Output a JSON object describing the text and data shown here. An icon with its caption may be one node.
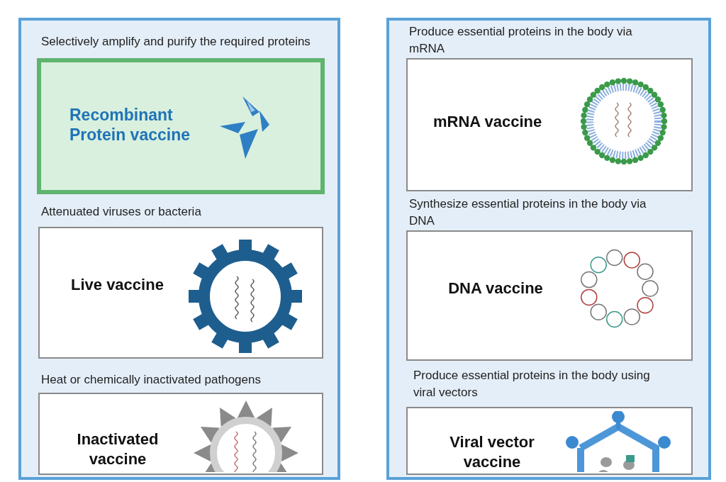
{
  "diagram": {
    "nodes": [
      {
        "text": [],
        "shape": "box"
      },
      {
        "text": [],
        "shape": "box"
      },
      {
        "text": [
          "Selectively amplify and purify the required proteins",
          "Recombinant Protein vaccine"
        ],
        "in": 0
      },
      {
        "text": [
          "Attenuated viruses or bacteria",
          "Live vaccine"
        ],
        "in": 0
      },
      {
        "text": [
          "Heat or chemically inactivated pathogens",
          "Inactivated vaccine"
        ],
        "in": 0
      },
      {
        "text": [
          "Produce essential proteins in the body via mRNA",
          "mRNA vaccine"
        ],
        "in": 1
      },
      {
        "text": [
          "Synthesize essential proteins in the body via DNA",
          "DNA vaccine"
        ],
        "in": 1
      },
      {
        "text": [
          "Produce essential proteins in the body using viral vectors",
          "Viral vector vaccine"
        ],
        "in": 1
      }
    ],
    "edges": []
  }
}
